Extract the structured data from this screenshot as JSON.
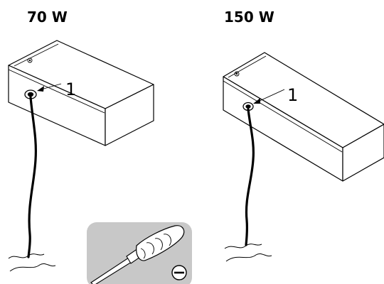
{
  "headings": {
    "left": "70 W",
    "right": "150 W"
  },
  "callouts": {
    "left": "1",
    "right": "1"
  },
  "icons": {
    "box_left": "driver-box",
    "box_right": "driver-box",
    "tool": "flat-screwdriver-icon",
    "tool_symbol": "minus-slot-icon"
  },
  "colors": {
    "line": "#000000",
    "tool_panel": "#c8c8c8",
    "background": "#ffffff"
  }
}
